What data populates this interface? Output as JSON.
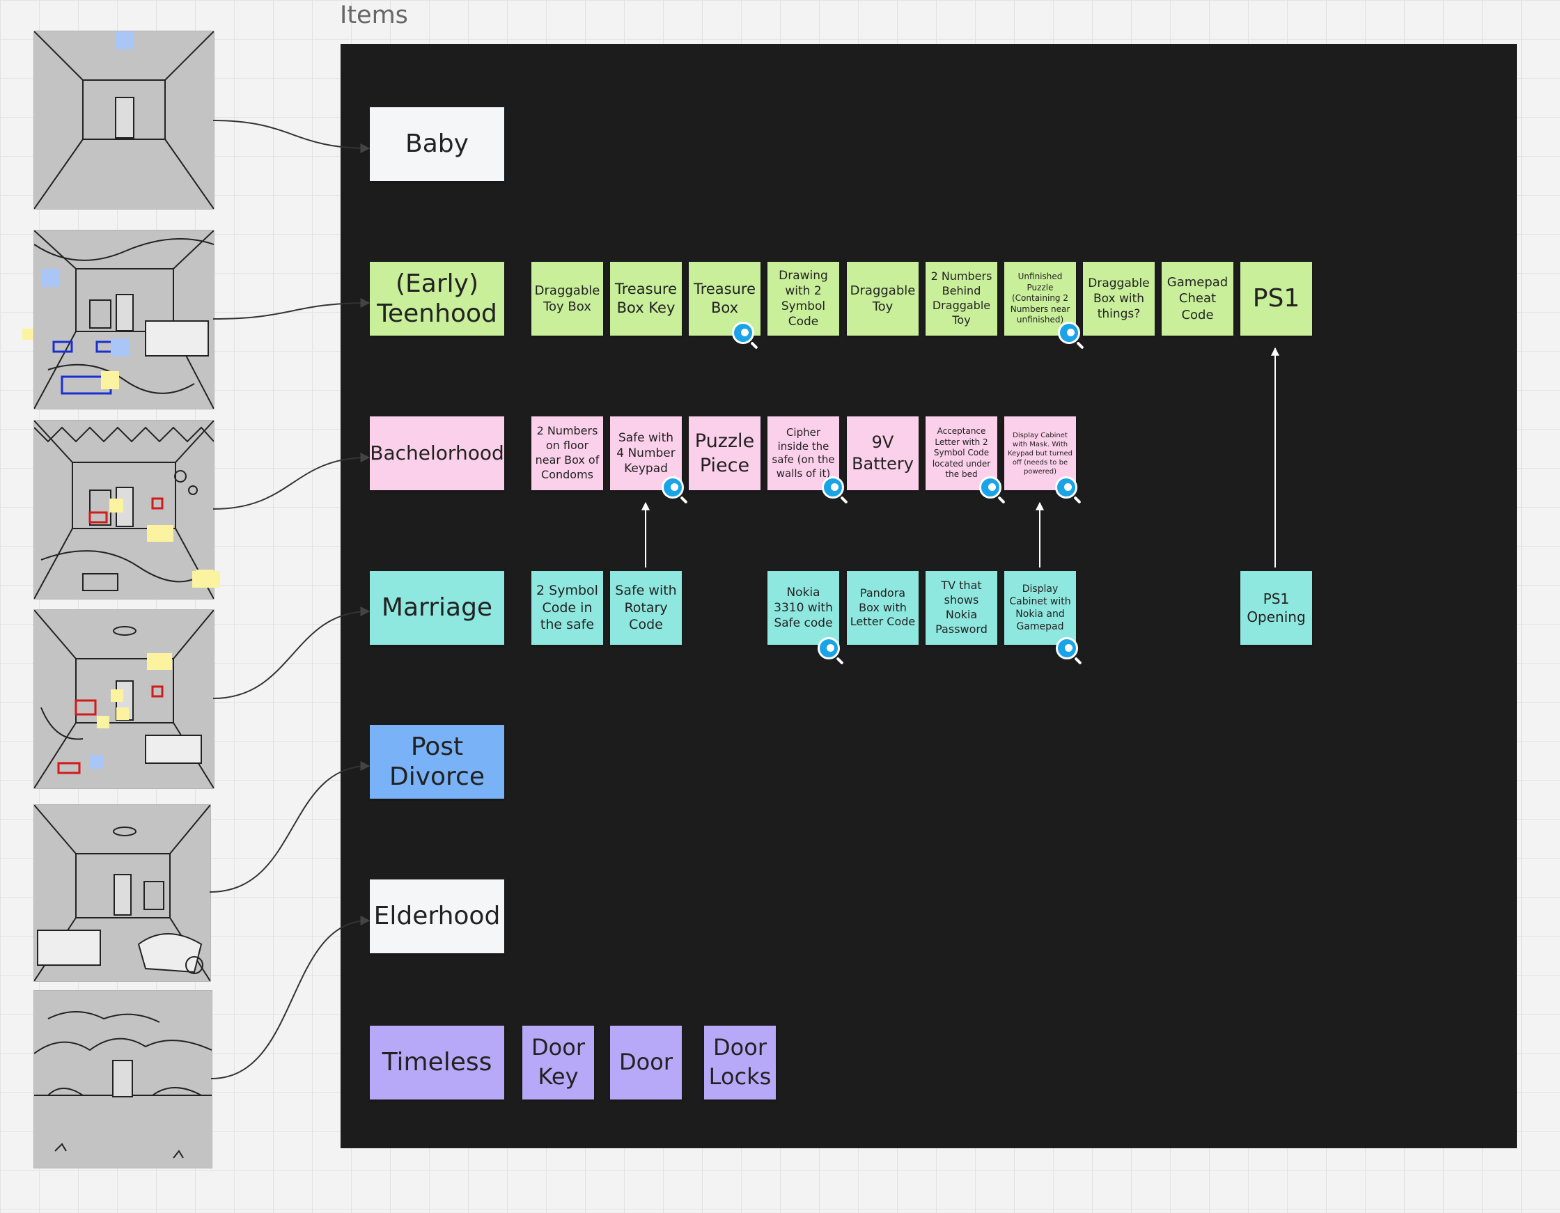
{
  "frame": {
    "title": "Items"
  },
  "rows": [
    {
      "label": "Baby",
      "color": "#f5f6f8"
    },
    {
      "label": "(Early) Teenhood",
      "color": "#c9ef9a"
    },
    {
      "label": "Bachelorhood",
      "color": "#fbd0ea"
    },
    {
      "label": "Marriage",
      "color": "#8fe8df"
    },
    {
      "label": "Post Divorce",
      "color": "#79b2f7"
    },
    {
      "label": "Elderhood",
      "color": "#f5f6f8"
    },
    {
      "label": "Timeless",
      "color": "#b8a9f8"
    }
  ],
  "teenhood_items": [
    "Draggable Toy Box",
    "Treasure Box Key",
    "Treasure Box",
    "Drawing with 2 Symbol Code",
    "Draggable Toy",
    "2 Numbers Behind Draggable Toy",
    "Unfinished Puzzle (Containing 2 Numbers near unfinished)",
    "Draggable Box with things?",
    "Gamepad Cheat Code",
    "PS1"
  ],
  "bachelorhood_items": [
    "2 Numbers on floor near Box of Condoms",
    "Safe with 4 Number Keypad",
    "Puzzle Piece",
    "Cipher inside the safe (on the walls of it)",
    "9V Battery",
    "Acceptance Letter with 2 Symbol Code located under the bed",
    "Display Cabinet with Mask. With Keypad but turned off (needs to be powered)"
  ],
  "marriage_items": [
    "2 Symbol Code in the safe",
    "Safe with Rotary Code",
    "Nokia 3310 with Safe code",
    "Pandora Box with Letter Code",
    "TV that shows Nokia Password",
    "Display Cabinet with Nokia and Gamepad",
    "PS1 Opening"
  ],
  "timeless_items": [
    "Door Key",
    "Door",
    "Door Locks"
  ],
  "thumbnails": [
    {
      "name": "baby-room"
    },
    {
      "name": "teen-room"
    },
    {
      "name": "bachelor-room"
    },
    {
      "name": "marriage-room"
    },
    {
      "name": "divorce-room"
    },
    {
      "name": "elder-room"
    },
    {
      "name": "timeless-outdoor"
    }
  ],
  "icons": {
    "comment_marker": "comment-bubble-icon",
    "arrow": "arrow-up-icon"
  }
}
